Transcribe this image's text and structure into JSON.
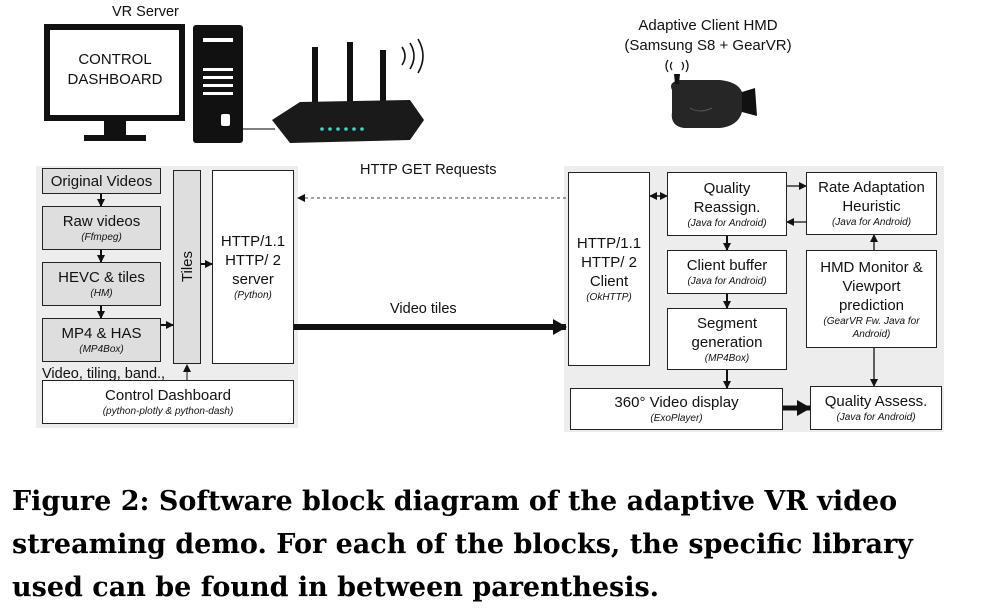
{
  "server": {
    "label": "VR Server",
    "monitor_text": "CONTROL DASHBOARD"
  },
  "client_hmd": {
    "title": "Adaptive Client HMD",
    "subtitle": "(Samsung S8 + GearVR)"
  },
  "left_blocks": {
    "original_videos": "Original Videos",
    "raw_videos": {
      "label": "Raw videos",
      "lib": "(Ffmpeg)"
    },
    "hevc": {
      "label": "HEVC & tiles",
      "lib": "(HM)"
    },
    "mp4": {
      "label": "MP4 & HAS",
      "lib": "(MP4Box)"
    },
    "tiles": "Tiles",
    "server": {
      "lines": [
        "HTTP/1.1",
        "HTTP/ 2",
        "server"
      ],
      "lib": "(Python)"
    },
    "params_label": "Video, tiling, band.,",
    "dashboard": {
      "label": "Control Dashboard",
      "lib": "(python-plotly & python-dash)"
    }
  },
  "links": {
    "http_get": "HTTP GET Requests",
    "video_tiles": "Video tiles"
  },
  "right_blocks": {
    "client": {
      "lines": [
        "HTTP/1.1",
        "HTTP/ 2",
        "Client"
      ],
      "lib": "(OkHTTP)"
    },
    "quality_reassign": {
      "lines": [
        "Quality",
        "Reassign."
      ],
      "lib": "(Java for Android)"
    },
    "rate_adaptation": {
      "lines": [
        "Rate Adaptation",
        "Heuristic"
      ],
      "lib": "(Java for Android)"
    },
    "client_buffer": {
      "label": "Client buffer",
      "lib": "(Java for Android)"
    },
    "hmd_monitor": {
      "lines": [
        "HMD Monitor &",
        "Viewport",
        "prediction"
      ],
      "lib_lines": [
        "(GearVR Fw. Java for",
        "Android)"
      ]
    },
    "segment_generation": {
      "lines": [
        "Segment",
        "generation"
      ],
      "lib": "(MP4Box)"
    },
    "video_display": {
      "label": "360° Video display",
      "lib": "(ExoPlayer)"
    },
    "quality_assess": {
      "label": "Quality Assess.",
      "lib": "(Java for Android)"
    }
  },
  "caption": "Figure 2: Software block diagram of the adaptive VR video streaming demo. For each of the blocks, the specific library used can be found in between parenthesis."
}
